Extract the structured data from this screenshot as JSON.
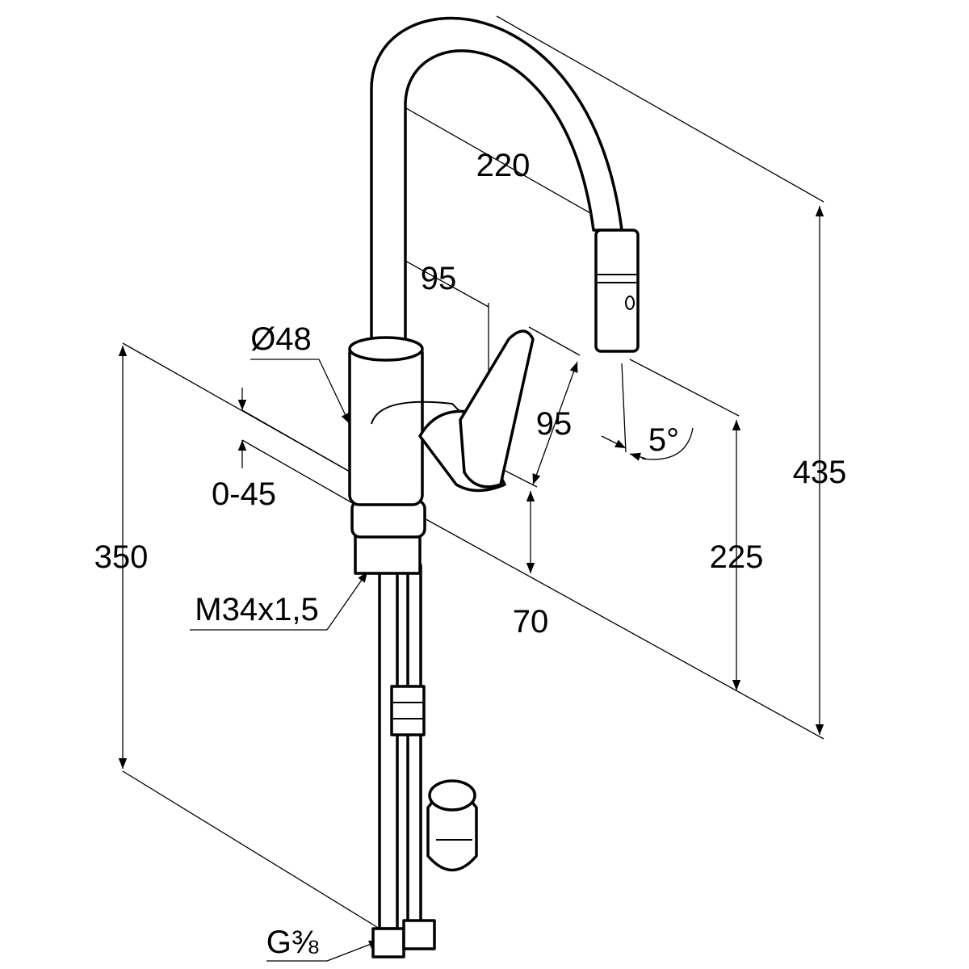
{
  "drawing": {
    "title": "Kitchen faucet with pull-out spray – dimension drawing",
    "dimensions": {
      "spout_reach": "220",
      "lever_offset": "95",
      "body_diameter": "Ø48",
      "lever_height": "95",
      "spray_angle": "5°",
      "deck_thickness": "0-45",
      "hose_length": "350",
      "spout_height": "225",
      "total_height": "435",
      "base_to_lever": "70",
      "mount_thread": "M34x1,5",
      "connection_thread": "G⅜"
    }
  }
}
